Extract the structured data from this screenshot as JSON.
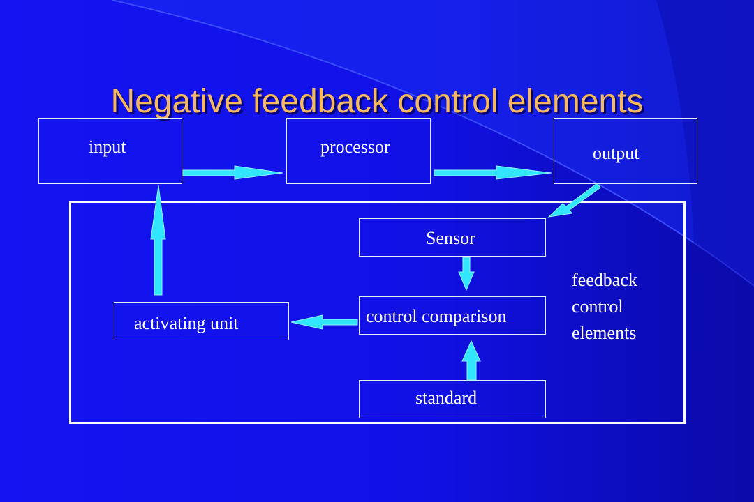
{
  "slide": {
    "title": "Negative feedback control elements",
    "colors": {
      "background": "#1414f2",
      "title": "#f7b85e",
      "arrow_fill": "#33e6ff",
      "box_border": "#e8ecff",
      "text": "#ffffff"
    }
  },
  "diagram": {
    "nodes": {
      "input": "input",
      "processor": "processor",
      "output": "output",
      "sensor": "Sensor",
      "control_comparison": "control comparison",
      "activating_unit": "activating unit",
      "standard": "standard"
    },
    "feedback_group_label": [
      "feedback",
      "control",
      "elements"
    ],
    "edges": [
      {
        "from": "input",
        "to": "processor"
      },
      {
        "from": "processor",
        "to": "output"
      },
      {
        "from": "output",
        "to": "sensor"
      },
      {
        "from": "sensor",
        "to": "control_comparison"
      },
      {
        "from": "standard",
        "to": "control_comparison"
      },
      {
        "from": "control_comparison",
        "to": "activating_unit"
      },
      {
        "from": "activating_unit",
        "to": "input"
      }
    ]
  }
}
